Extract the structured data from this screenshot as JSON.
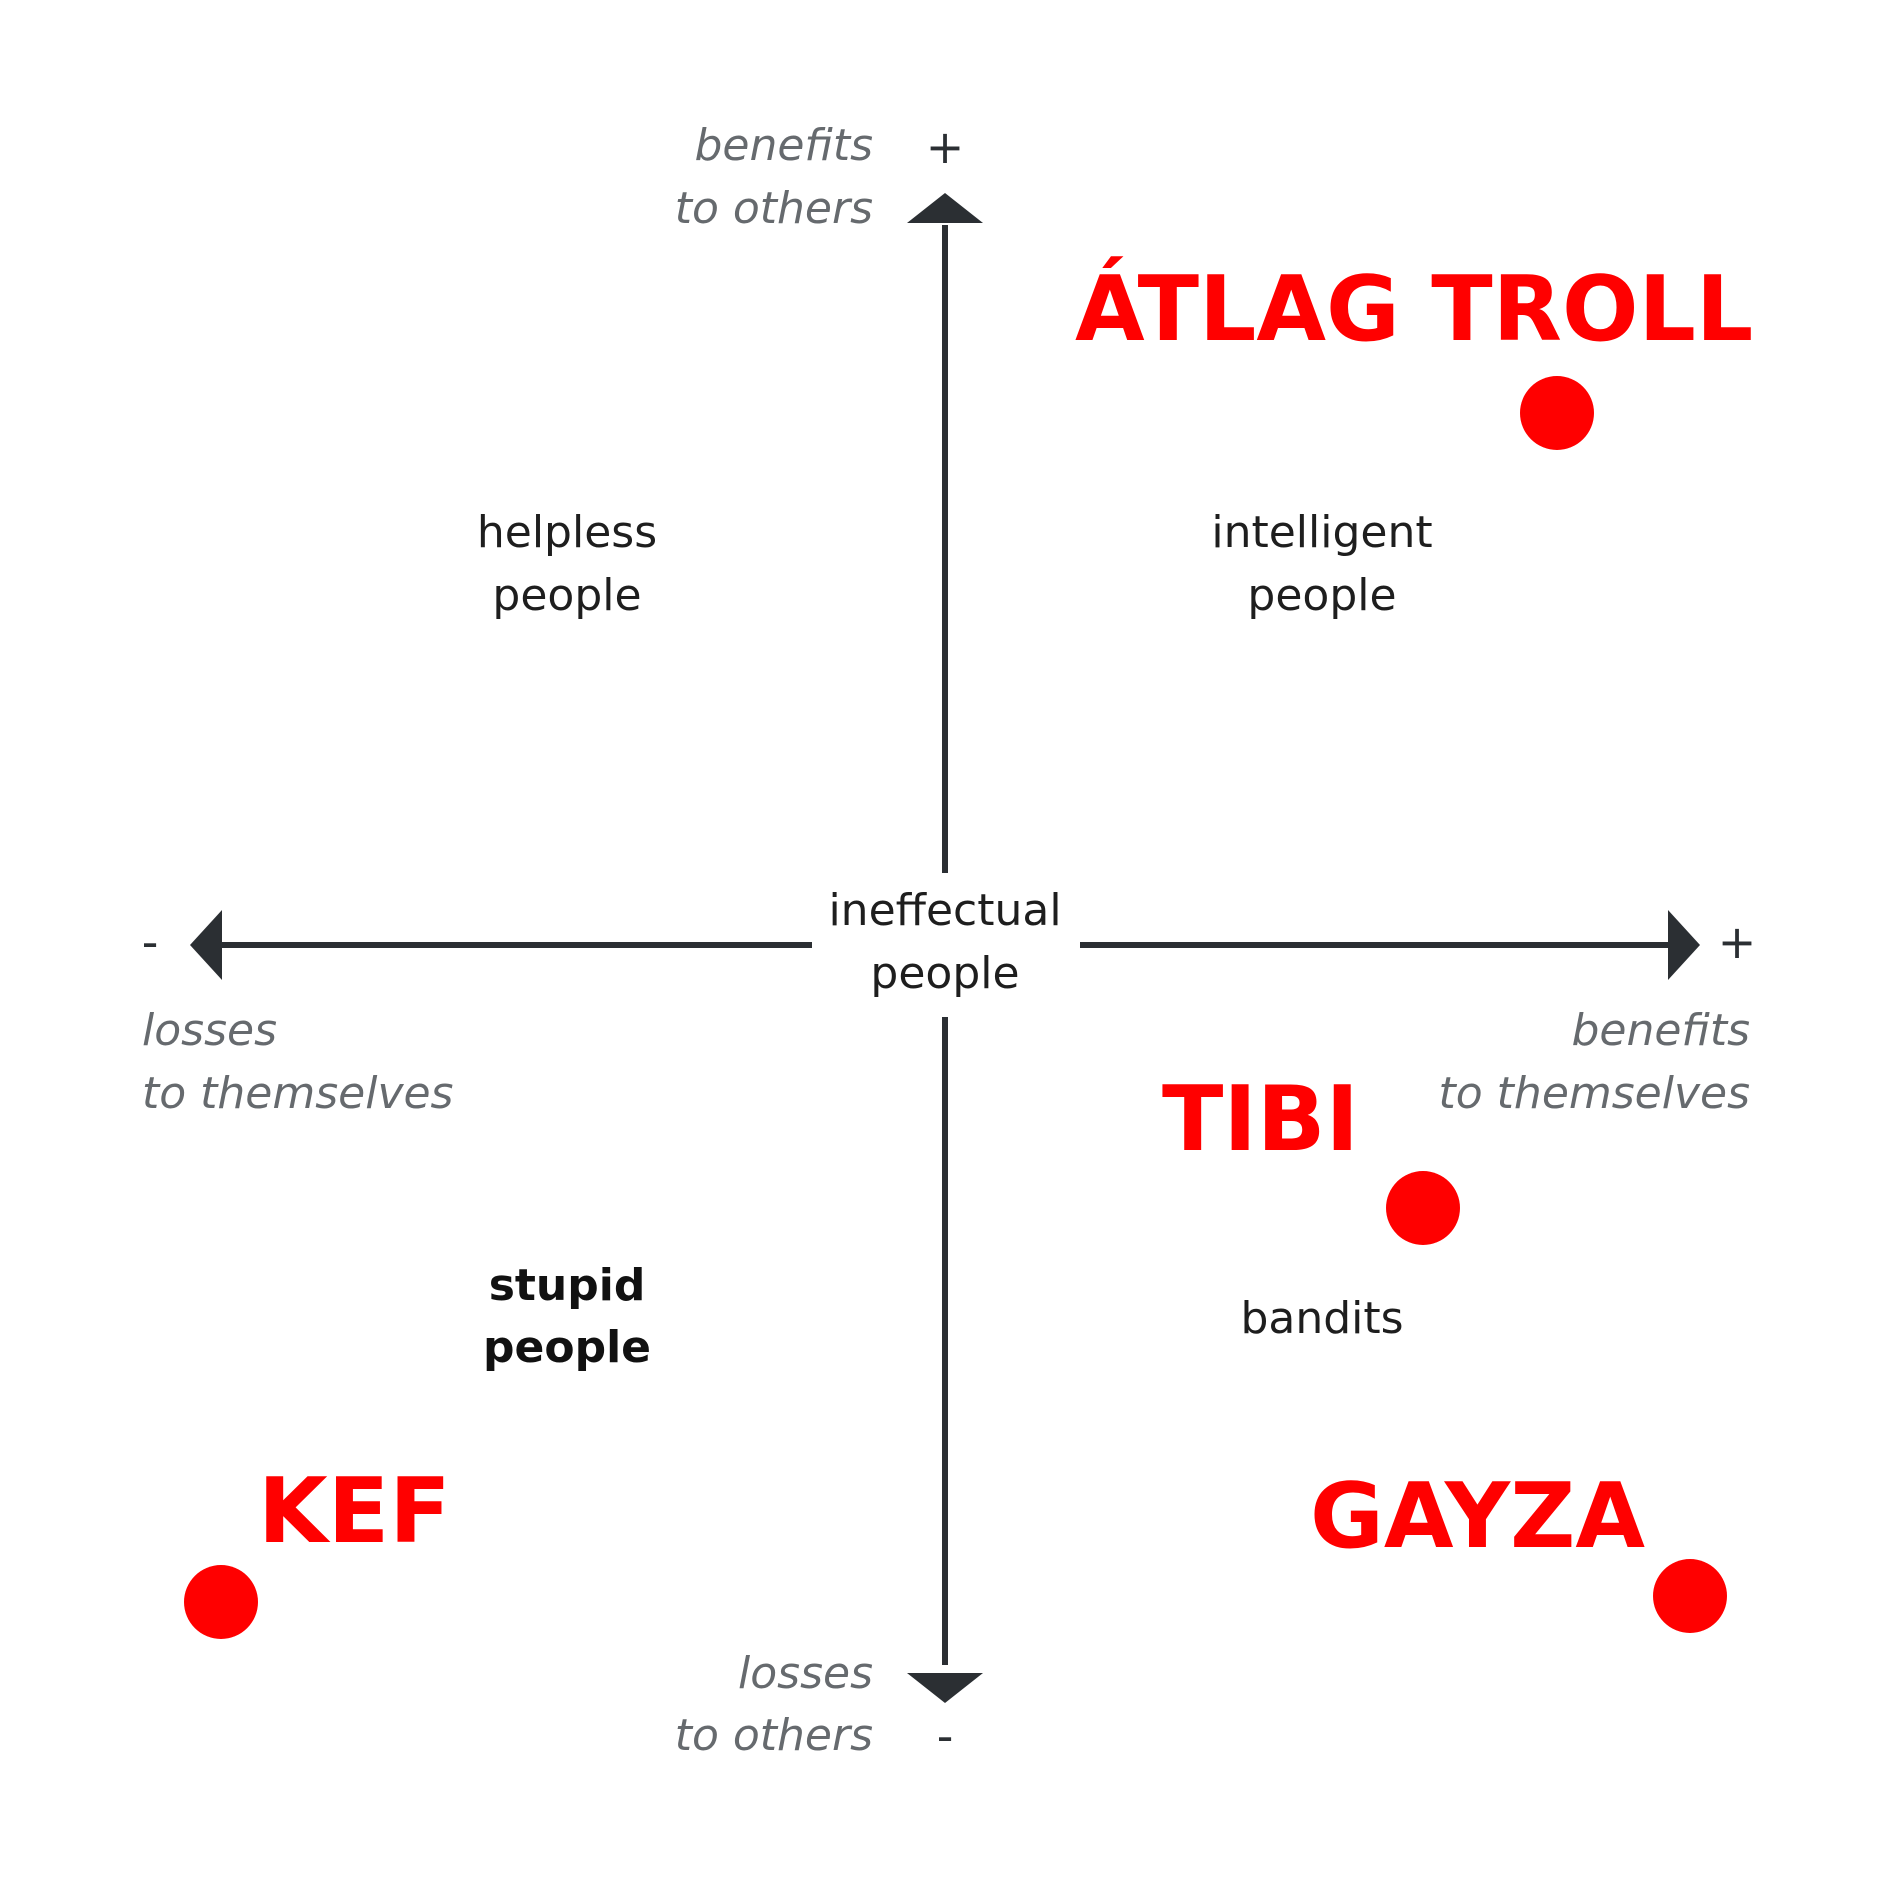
{
  "colors": {
    "axis": "#2b2f33",
    "axis_label": "#666a6e",
    "marker": "#ff0000"
  },
  "y_axis": {
    "top_sign": "+",
    "top_label_line1": "benefits",
    "top_label_line2": "to others",
    "bottom_sign": "-",
    "bottom_label_line1": "losses",
    "bottom_label_line2": "to others"
  },
  "x_axis": {
    "left_sign": "-",
    "left_label_line1": "losses",
    "left_label_line2": "to themselves",
    "right_sign": "+",
    "right_label_line1": "benefits",
    "right_label_line2": "to themselves"
  },
  "quadrants": {
    "top_left": [
      "helpless",
      "people"
    ],
    "top_right": [
      "intelligent",
      "people"
    ],
    "bottom_left": [
      "stupid",
      "people"
    ],
    "bottom_right": [
      "bandits"
    ],
    "center": [
      "ineffectual",
      "people"
    ]
  },
  "markers": [
    {
      "id": "atlag-troll",
      "label": "ÁTLAG TROLL"
    },
    {
      "id": "tibi",
      "label": "TIBI"
    },
    {
      "id": "kef",
      "label": "KEF"
    },
    {
      "id": "gayza",
      "label": "GAYZA"
    }
  ]
}
